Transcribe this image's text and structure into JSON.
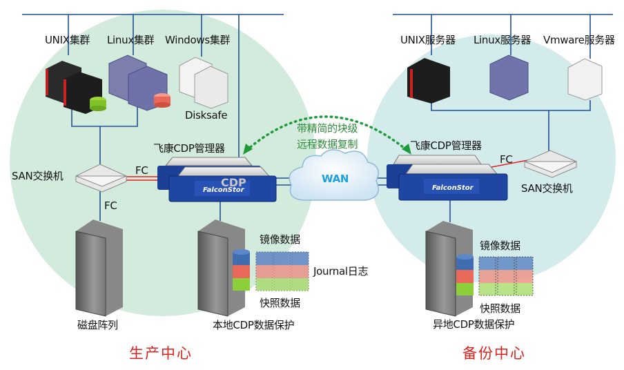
{
  "production_site": {
    "title": "生产中心",
    "clusters": [
      "UNIX集群",
      "Linux集群",
      "Windows集群"
    ],
    "disksafe_label": "Disksafe",
    "cdp_manager_label": "飞康CDP管理器",
    "san_switch_label": "SAN交换机",
    "fc_labels": [
      "FC",
      "FC"
    ],
    "disk_array_label": "磁盘阵列",
    "mirror_label": "镜像数据",
    "journal_label": "Journal日志",
    "snapshot_label": "快照数据",
    "protection_label": "本地CDP数据保护"
  },
  "backup_site": {
    "title": "备份中心",
    "servers": [
      "UNIX服务器",
      "Linux服务器",
      "Vmware服务器"
    ],
    "cdp_manager_label": "飞康CDP管理器",
    "fc_label": "FC",
    "san_switch_label": "SAN交换机",
    "mirror_label": "镜像数据",
    "snapshot_label": "快照数据",
    "protection_label": "异地CDP数据保护"
  },
  "wan": {
    "label": "WAN",
    "replication_line1": "带精简的块级",
    "replication_line2": "远程数据复制"
  },
  "appliance_brand": "FalconStor",
  "appliance_text": "CDP",
  "colors": {
    "production_bg": "#d3ebdd",
    "backup_bg": "#d3eceb",
    "network_line": "#1f4f94",
    "fc_line": "#e02020",
    "replication_arrow": "#1e9a3a",
    "site_title": "#e0201c"
  }
}
